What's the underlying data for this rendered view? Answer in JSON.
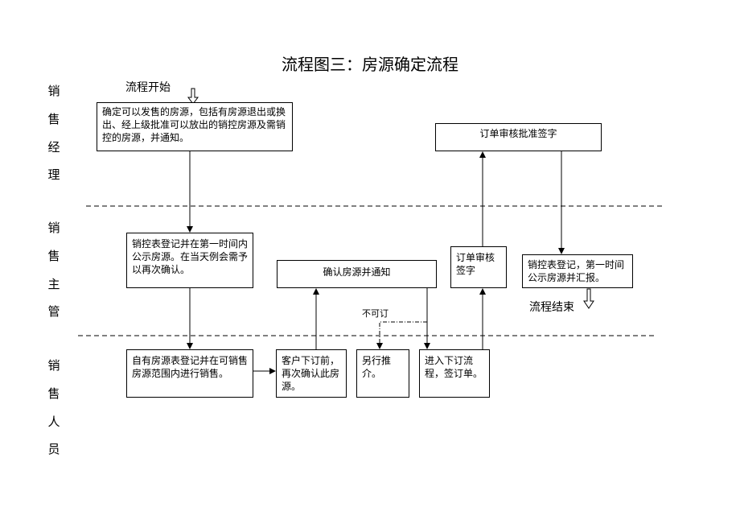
{
  "title": "流程图三：房源确定流程",
  "lanes": {
    "manager": [
      "销",
      "售",
      "经",
      "理"
    ],
    "supervisor": [
      "销",
      "售",
      "主",
      "管"
    ],
    "sales": [
      "销",
      "售",
      "人",
      "员"
    ]
  },
  "start_label": "流程开始",
  "end_label": "流程结束",
  "not_bookable_label": "不可订",
  "boxes": {
    "confirm_listing": "确定可以发售的房源，包括有房源退出或换出、经上级批准可以放出的销控房源及需销控的房源，并通知。",
    "approve_sign": "订单审核批准签字",
    "sales_control_register": "销控表登记并在第一时间内公示房源。在当天例会需予以再次确认。",
    "confirm_notify": "确认房源并通知",
    "order_review_sign": "订单审核签字",
    "sales_control_report": "销控表登记，第一时间公示房源并汇报。",
    "own_listing_sell": "自有房源表登记并在可销售房源范围内进行销售。",
    "customer_order": "客户下订前，再次确认此房源。",
    "recommend_other": "另行推介。",
    "sign_order": "进入下订流程，签订单。"
  }
}
